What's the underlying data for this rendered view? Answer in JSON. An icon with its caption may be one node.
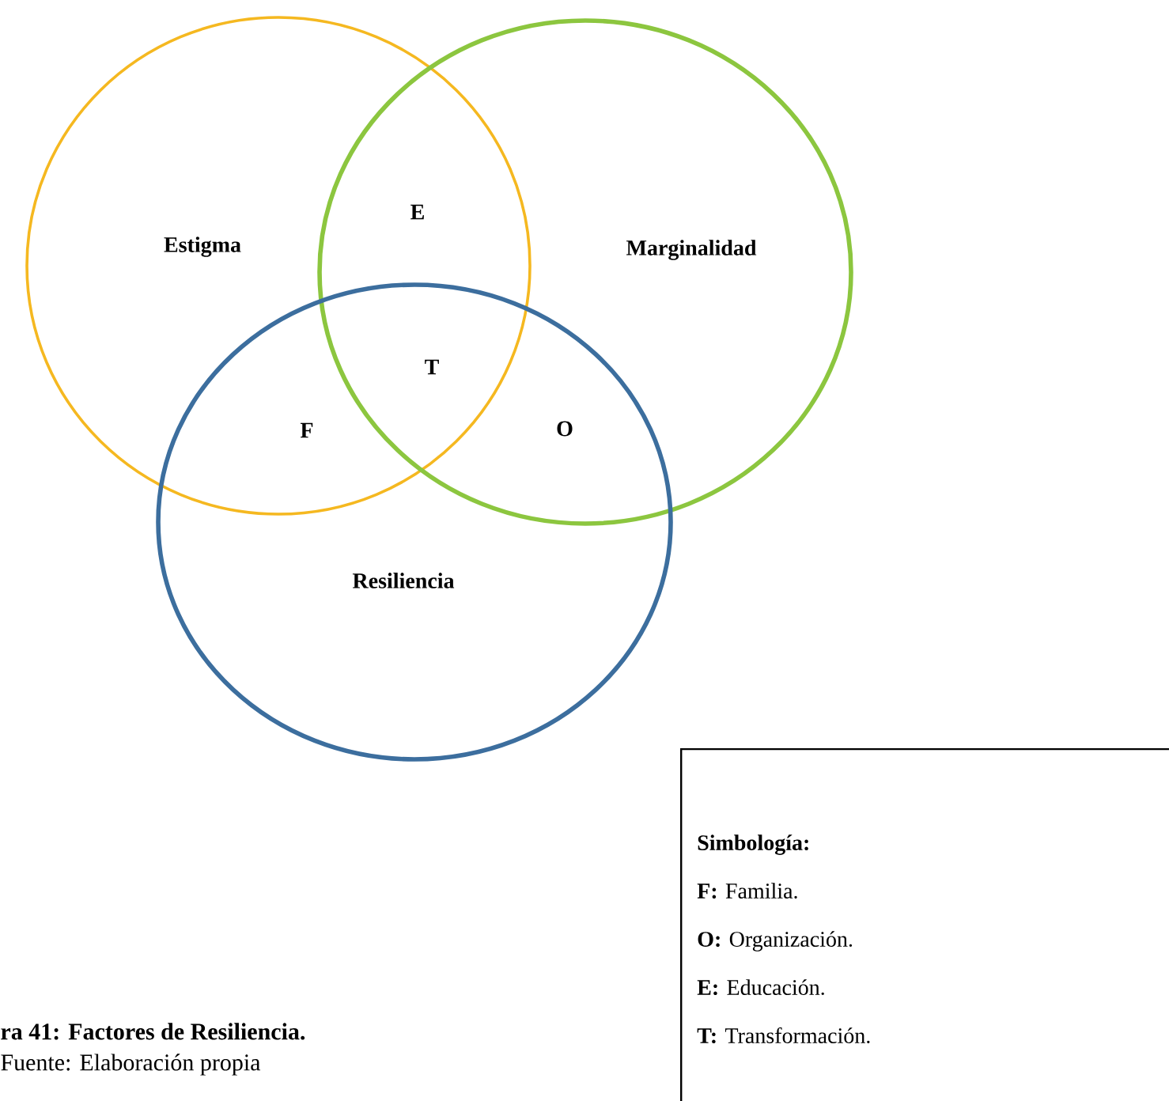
{
  "diagram": {
    "caption": "ra 41: Factores de Resiliencia.",
    "nodes": [
      {
        "text": [
          "Estigma"
        ]
      },
      {
        "text": [
          "Marginalidad"
        ]
      },
      {
        "text": [
          "Resiliencia"
        ]
      },
      {
        "text": [
          "Simbología:",
          "**F:** Familia.",
          "**O:** Organización.",
          "**E:** Educación.",
          "**T:** Transformación."
        ]
      }
    ],
    "edges": [],
    "labels": [
      "E",
      "T",
      "F",
      "O",
      "Fuente: Elaboración propia"
    ]
  }
}
